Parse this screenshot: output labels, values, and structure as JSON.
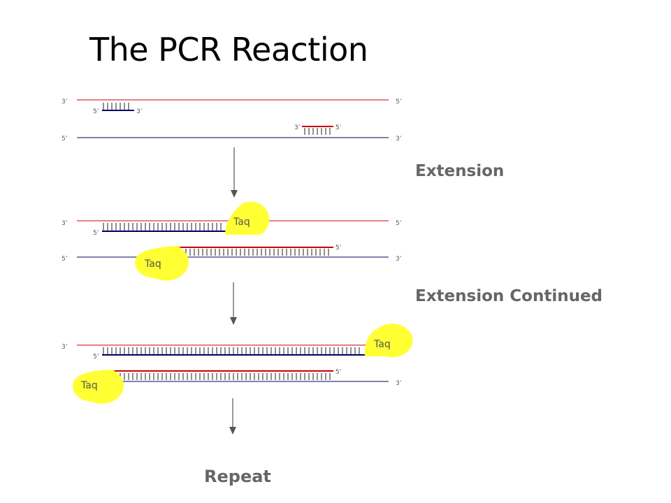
{
  "title": "The PCR Reaction",
  "steps": {
    "extension": "Extension",
    "extension_continued": "Extension Continued",
    "repeat": "Repeat"
  },
  "labels": {
    "three_prime": "3’",
    "five_prime": "5’",
    "enzyme": "Taq"
  },
  "colors": {
    "strand_red": "#cc0000",
    "strand_blue": "#000066",
    "taq_fill": "#ffff33",
    "arrow": "#555555"
  }
}
